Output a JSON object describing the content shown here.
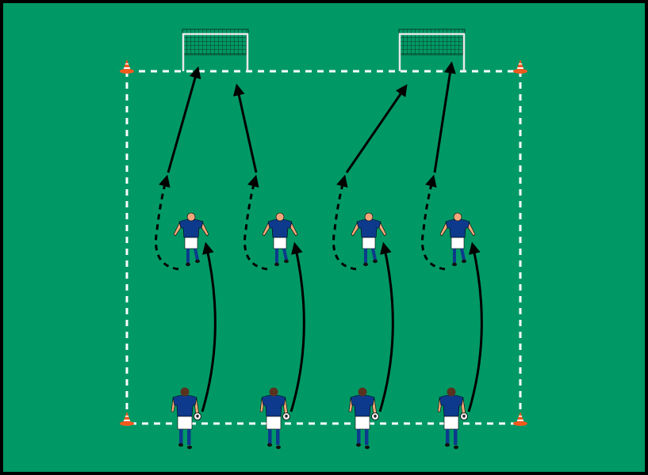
{
  "diagram": {
    "type": "soccer-drill",
    "colors": {
      "pitch": "#009966",
      "border": "#000000",
      "lines": "#ffffff",
      "shirt": "#0d3a8c",
      "shorts": "#ffffff",
      "arrows": "#000000",
      "cone": "#f05a1e"
    },
    "goals": 2,
    "cones": 4,
    "attackers": 4,
    "passers": 4
  }
}
